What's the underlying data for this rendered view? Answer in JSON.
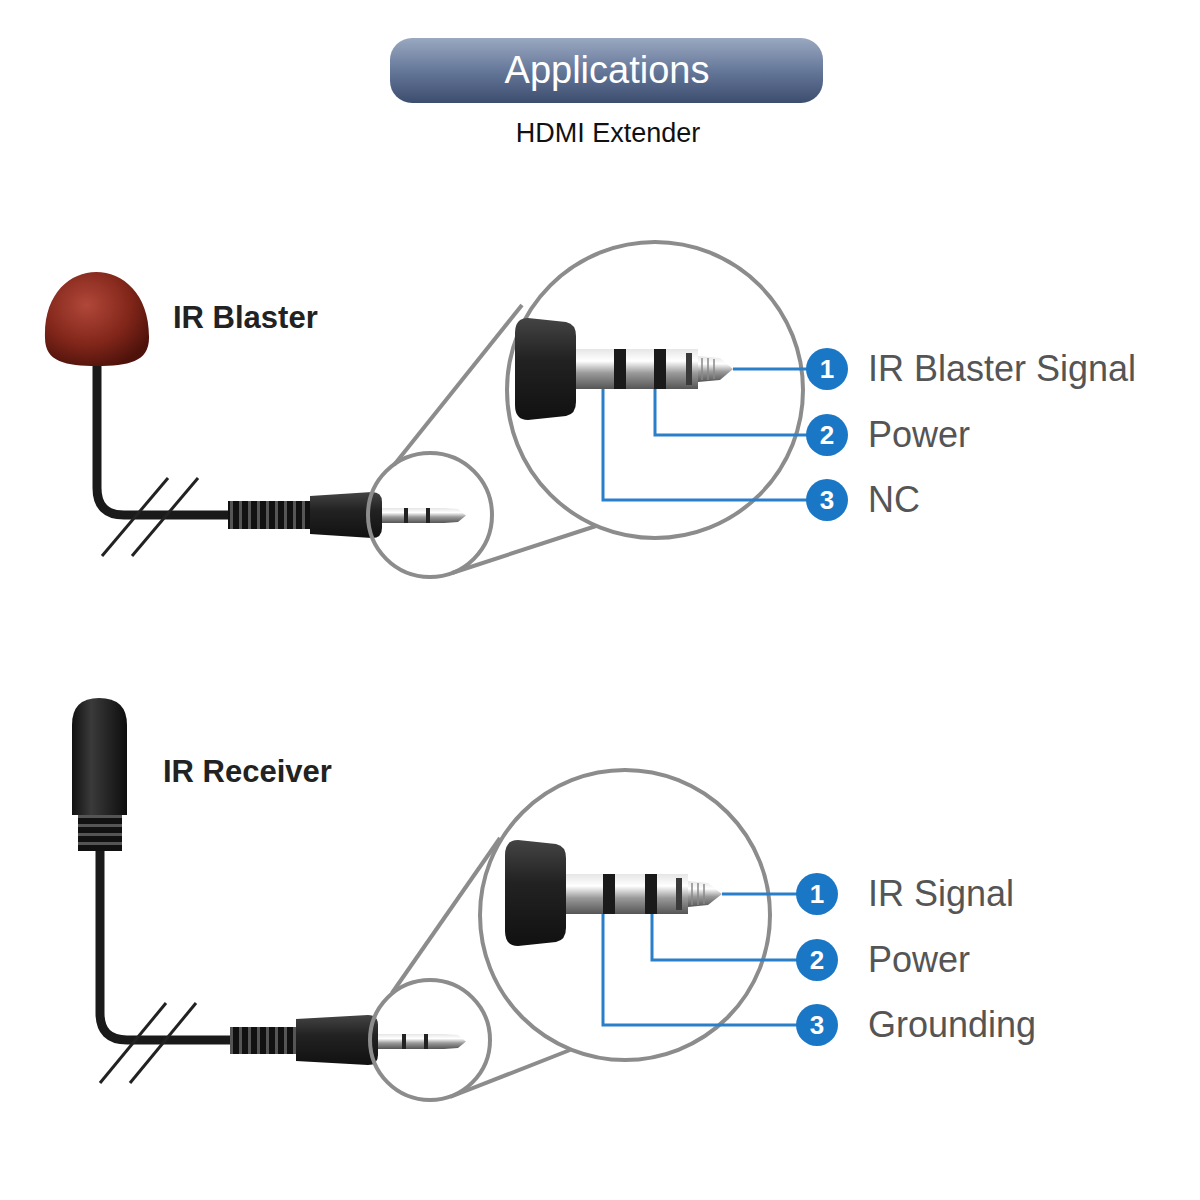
{
  "diagram": {
    "title": "Applications",
    "labels": [
      "HDMI Extender",
      "IR Blaster",
      "1",
      "IR Blaster Signal",
      "2",
      "Power",
      "3",
      "NC",
      "IR Receiver",
      "1",
      "IR Signal",
      "2",
      "Power",
      "3",
      "Grounding"
    ]
  }
}
